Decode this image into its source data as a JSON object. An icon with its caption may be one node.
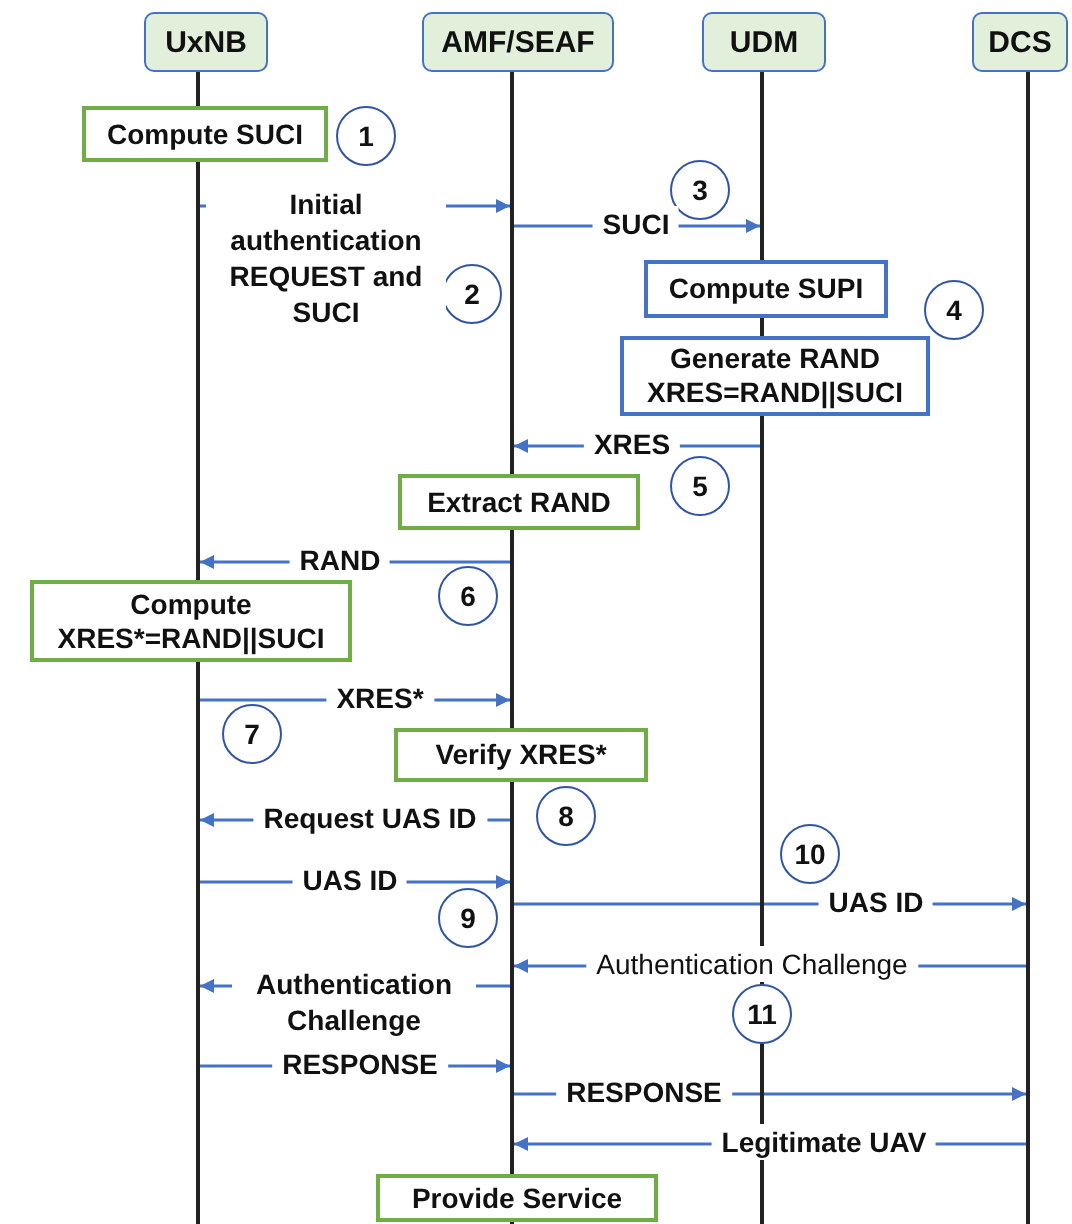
{
  "diagram": {
    "nodes": [
      {
        "text": [
          "UxNB"
        ]
      },
      {
        "text": [
          "AMF/SEAF"
        ]
      },
      {
        "text": [
          "UDM"
        ]
      },
      {
        "text": [
          "DCS"
        ]
      },
      {
        "text": [],
        "shape": "line"
      },
      {
        "text": [],
        "shape": "line"
      },
      {
        "text": [],
        "shape": "line"
      },
      {
        "text": [],
        "shape": "line"
      },
      {
        "text": [
          "Compute SUCI"
        ]
      },
      {
        "text": [
          "1"
        ]
      },
      {
        "text": [
          "3"
        ]
      },
      {
        "text": [
          "2"
        ]
      },
      {
        "text": [
          "Compute SUPI"
        ]
      },
      {
        "text": [
          "4"
        ]
      },
      {
        "text": [
          "Generate RAND XRES=RAND||SUCI"
        ]
      },
      {
        "text": [
          "5"
        ]
      },
      {
        "text": [
          "Extract RAND"
        ]
      },
      {
        "text": [
          "6"
        ]
      },
      {
        "text": [
          "Compute XRES*=RAND||SUCI"
        ]
      },
      {
        "text": [
          "7"
        ]
      },
      {
        "text": [
          "Verify XRES*"
        ]
      },
      {
        "text": [
          "8"
        ]
      },
      {
        "text": [
          "10"
        ]
      },
      {
        "text": [
          "9"
        ]
      },
      {
        "text": [
          "11"
        ]
      },
      {
        "text": [
          "Provide Service"
        ]
      }
    ],
    "edges": [
      {
        "from": 4,
        "to": 5,
        "arrow": "to",
        "label": "Initial authentication REQUEST and SUCI"
      },
      {
        "from": 5,
        "to": 6,
        "arrow": "to",
        "label": "SUCI"
      },
      {
        "from": 6,
        "to": 5,
        "arrow": "to",
        "label": "XRES"
      },
      {
        "from": 5,
        "to": 4,
        "arrow": "to",
        "label": "RAND"
      },
      {
        "from": 4,
        "to": 5,
        "arrow": "to",
        "label": "XRES*"
      },
      {
        "from": 5,
        "to": 4,
        "arrow": "to",
        "label": "Request UAS ID"
      },
      {
        "from": 4,
        "to": 5,
        "arrow": "to",
        "label": "UAS ID"
      },
      {
        "from": 5,
        "to": 7,
        "arrow": "to",
        "label": "UAS ID"
      },
      {
        "from": 7,
        "to": 5,
        "arrow": "to",
        "label": "Authentication Challenge"
      },
      {
        "from": 5,
        "to": 4,
        "arrow": "to",
        "label": "Authentication Challenge"
      },
      {
        "from": 4,
        "to": 5,
        "arrow": "to",
        "label": "RESPONSE"
      },
      {
        "from": 5,
        "to": 7,
        "arrow": "to",
        "label": "RESPONSE"
      },
      {
        "from": 7,
        "to": 5,
        "arrow": "to",
        "label": "Legitimate UAV"
      }
    ]
  }
}
